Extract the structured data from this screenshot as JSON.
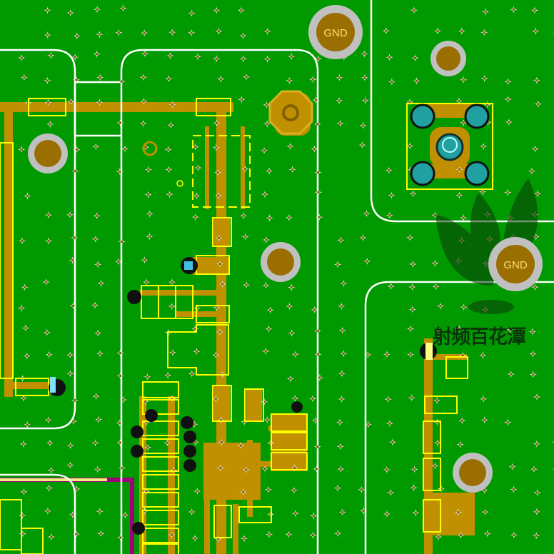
{
  "pads": {
    "gnd_label_1": "GND",
    "gnd_label_2": "GND"
  },
  "watermark": {
    "text": "射频百花潭"
  },
  "colors": {
    "board": "#009a00",
    "copper": "#c09000",
    "outline": "#ffffff",
    "silk": "#ffff00",
    "keepout": "#a0007a"
  }
}
